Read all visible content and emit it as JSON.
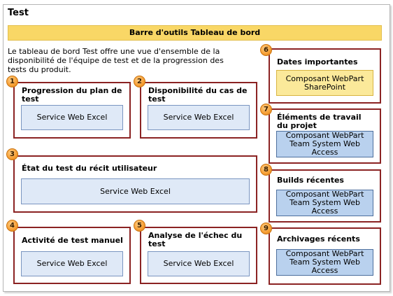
{
  "page": {
    "title": "Test"
  },
  "toolbar": {
    "label": "Barre d'outils Tableau de bord"
  },
  "intro": {
    "text": "Le tableau de bord Test offre une vue d'ensemble de la disponibilité de l'équipe de test et de la progression des tests du produit."
  },
  "panels": [
    {
      "number": "1",
      "title": "Progression du plan de test",
      "part": "Service Web Excel"
    },
    {
      "number": "2",
      "title": "Disponibilité du cas de test",
      "part": "Service Web Excel"
    },
    {
      "number": "3",
      "title": "État du test du récit utilisateur",
      "part": "Service Web Excel"
    },
    {
      "number": "4",
      "title": "Activité de test manuel",
      "part": "Service Web Excel"
    },
    {
      "number": "5",
      "title": "Analyse de l'échec du test",
      "part": "Service Web Excel"
    },
    {
      "number": "6",
      "title": "Dates importantes",
      "part": "Composant WebPart SharePoint"
    },
    {
      "number": "7",
      "title": "Éléments de travail du projet",
      "part": "Composant WebPart Team System Web Access"
    },
    {
      "number": "8",
      "title": "Builds récentes",
      "part": "Composant WebPart Team System Web Access"
    },
    {
      "number": "9",
      "title": "Archivages récents",
      "part": "Composant WebPart Team System Web Access"
    }
  ]
}
